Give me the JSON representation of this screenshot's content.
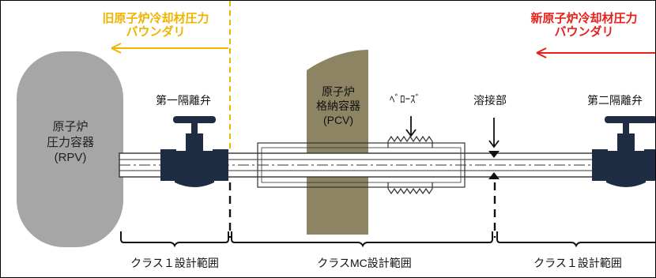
{
  "colors": {
    "old_boundary": "#f0b400",
    "new_boundary": "#e8201a",
    "vessel": "#a6a6a6",
    "pcv": "#8c8463",
    "valve": "#1f2d44"
  },
  "old_boundary": {
    "line1": "旧原子炉冷却材圧力",
    "line2": "バウンダリ"
  },
  "new_boundary": {
    "line1": "新原子炉冷却材圧力",
    "line2": "バウンダリ"
  },
  "rpv": {
    "line1": "原子炉",
    "line2": "圧力容器",
    "line3": "(RPV)"
  },
  "pcv": {
    "line1": "原子炉",
    "line2": "格納容器",
    "line3": "(PCV)"
  },
  "valve1_label": "第一隔離弁",
  "valve2_label": "第二隔離弁",
  "bellows_label": "ﾍﾞﾛｰｽﾞ",
  "weld_label": "溶接部",
  "ranges": {
    "left": "クラス１設計範囲",
    "middle": "クラスMC設計範囲",
    "right": "クラス１設計範囲"
  }
}
